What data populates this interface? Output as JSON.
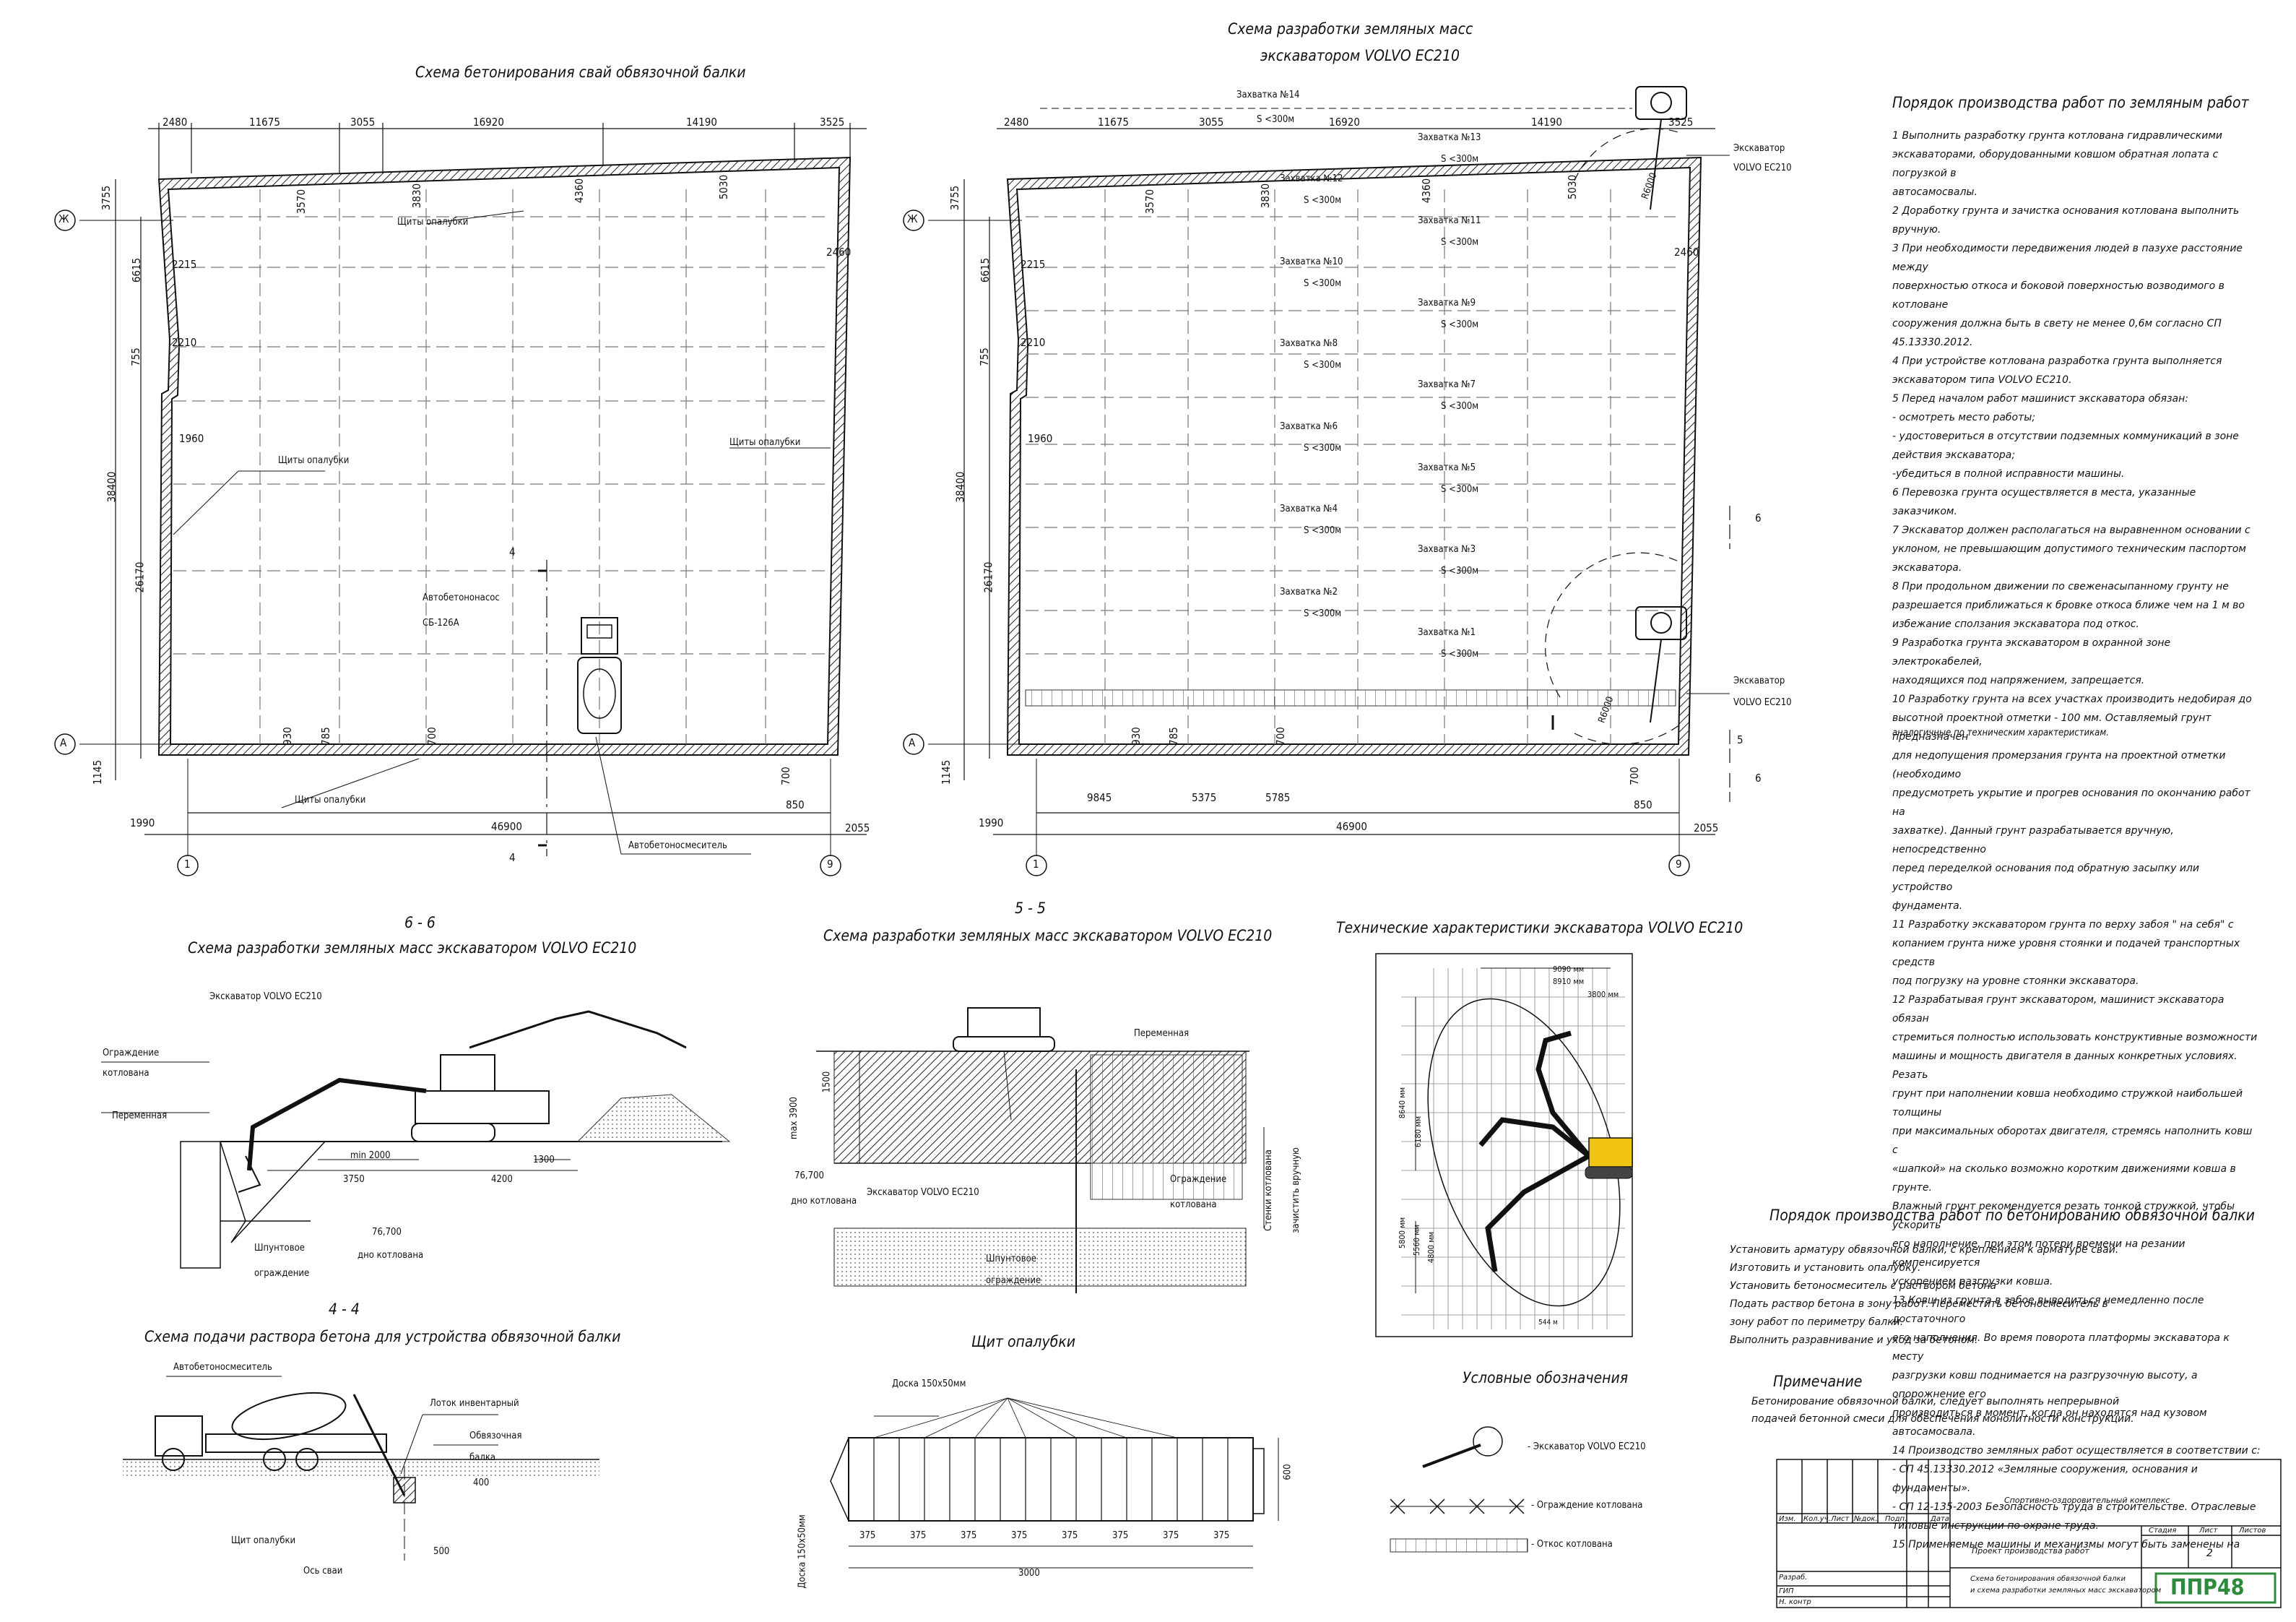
{
  "titles": {
    "left_plan": "Схема бетонирования свай обвязочной балки",
    "right_plan_line1": "Схема разработки земляных масс",
    "right_plan_line2": "экскаватором VOLVO EC210",
    "section66_mark": "6 - 6",
    "section66": "Схема разработки земляных масс экскаватором VOLVO EC210",
    "section55_mark": "5 - 5",
    "section55": "Схема разработки земляных масс экскаватором VOLVO EC210",
    "tech": "Технические характеристики экскаватора VOLVO EC210",
    "section44_mark": "4 - 4",
    "section44": "Схема подачи раствора бетона для устройства обвязочной балки",
    "shield": "Щит опалубки",
    "legend": "Условные обозначения",
    "works_earth": "Порядок производства работ по земляным работ",
    "works_concrete": "Порядок производства работ по бетонированию обвязочной балки",
    "note_title": "Примечание"
  },
  "left_plan": {
    "top_dims": [
      "2480",
      "11675",
      "3055",
      "16920",
      "14190",
      "3525"
    ],
    "inner_dims": [
      "3570",
      "3830",
      "4360",
      "5030"
    ],
    "left_dims": [
      "3755",
      "6615",
      "2215",
      "755",
      "2210",
      "1960",
      "38400",
      "26170",
      "1145"
    ],
    "right_dim": "2460",
    "bottom_dims": [
      "930",
      "785",
      "700",
      "700",
      "850",
      "1990",
      "46900",
      "2055"
    ],
    "labels": {
      "shields_top": "Щиты опалубки",
      "shields_left": "Щиты опалубки",
      "shields_right": "Щиты опалубки",
      "shields_bottom": "Щиты опалубки",
      "pump1": "Автобетононасос",
      "pump2": "СБ-126А",
      "mixer": "Автобетоносмеситель",
      "cut": "4"
    },
    "axes": [
      "Ж",
      "А",
      "1",
      "9"
    ]
  },
  "right_plan": {
    "top_dims": [
      "2480",
      "11675",
      "3055",
      "16920",
      "14190",
      "3525"
    ],
    "inner_dims": [
      "3570",
      "3830",
      "4360",
      "5030"
    ],
    "left_dims": [
      "3755",
      "6615",
      "2215",
      "755",
      "2210",
      "1960",
      "38400",
      "26170",
      "1145"
    ],
    "right_dim": "2460",
    "bottom_dims": [
      "930",
      "785",
      "700",
      "700",
      "850",
      "1990",
      "9845",
      "5375",
      "5785",
      "46900",
      "2055"
    ],
    "excavator": "Экскаватор",
    "excavator_model": "VOLVO EC210",
    "radius": "R6000",
    "cuts": [
      "6",
      "5",
      "6"
    ],
    "left_column": [
      {
        "name": "Захватка №14",
        "area": "S <300м"
      },
      {
        "name": "Захватка №12",
        "area": "S <300м"
      },
      {
        "name": "Захватка №10",
        "area": "S <300м"
      },
      {
        "name": "Захватка №8",
        "area": "S <300м"
      },
      {
        "name": "Захватка №6",
        "area": "S <300м"
      },
      {
        "name": "Захватка №4",
        "area": "S <300м"
      },
      {
        "name": "Захватка №2",
        "area": "S <300м"
      }
    ],
    "right_column": [
      {
        "name": "Захватка №13",
        "area": "S <300м"
      },
      {
        "name": "Захватка №11",
        "area": "S <300м"
      },
      {
        "name": "Захватка №9",
        "area": "S <300м"
      },
      {
        "name": "Захватка №7",
        "area": "S <300м"
      },
      {
        "name": "Захватка №5",
        "area": "S <300м"
      },
      {
        "name": "Захватка №3",
        "area": "S <300м"
      },
      {
        "name": "Захватка №1",
        "area": "S <300м"
      }
    ],
    "axes": [
      "Ж",
      "А",
      "1",
      "9"
    ]
  },
  "section66": {
    "excavator": "Экскаватор VOLVO EC210",
    "fence1": "Ограждение",
    "fence2": "котлована",
    "variable": "Переменная",
    "dims": [
      "min 2000",
      "3750",
      "4200",
      "1300"
    ],
    "mark": "76,700",
    "bottom": "дно котлована",
    "sheet1": "Шпунтовое",
    "sheet2": "ограждение"
  },
  "section55": {
    "variable": "Переменная",
    "dims": [
      "1500",
      "max 3900"
    ],
    "mark": "76,700",
    "bottom": "дно котлована",
    "excavator": "Экскаватор VOLVO EC210",
    "fence1": "Ограждение",
    "fence2": "котлована",
    "sheet1": "Шпунтовое",
    "sheet2": "ограждение",
    "walls1": "Стенки котлована",
    "walls2": "зачистить вручную"
  },
  "section44": {
    "mixer": "Автобетоносмеситель",
    "tray": "Лоток инвентарный",
    "beam1": "Обвязочная",
    "beam2": "балка",
    "dims": [
      "400",
      "500"
    ],
    "shield": "Щит опалубки",
    "pile": "Ось сваи"
  },
  "shield": {
    "board": "Доска 150х50мм",
    "board_vertical": "Доска 150х50мм",
    "height": "600",
    "spacing": [
      "375",
      "375",
      "375",
      "375",
      "375",
      "375",
      "375",
      "375"
    ],
    "total": "3000"
  },
  "tech": {
    "dims": [
      "9090 мм",
      "8910 мм",
      "3800 мм",
      "8640 мм",
      "6180 мм",
      "5800 мм",
      "5560 мм",
      "4800 мм",
      "544 м"
    ]
  },
  "legend": [
    "- Экскаватор VOLVO EC210",
    "- Ограждение котлована",
    "- Откос котлована"
  ],
  "works_earth_lines": [
    "1  Выполнить разработку грунта котлована гидравлическими",
    "экскаваторами, оборудованными ковшом обратная лопата с погрузкой в",
    "автосамосвалы.",
    "2  Доработку грунта и зачистка основания котлована выполнить",
    "вручную.",
    "3     При необходимости передвижения людей в пазухе расстояние между",
    "поверхностью откоса и боковой поверхностью возводимого в котловане",
    "сооружения  должна быть в свету не менее 0,6м согласно СП",
    "45.13330.2012.",
    "4     При устройстве котлована разработка грунта выполняется",
    "экскаватором типа VOLVO EC210.",
    "5       Перед началом работ машинист экскаватора обязан:",
    "  - осмотреть место работы;",
    "  - удостовериться в отсутствии подземных коммуникаций в зоне",
    "действия экскаватора;",
    "    -убедиться в полной исправности машины.",
    "6     Перевозка грунта осуществляется в места, указанные заказчиком.",
    "7     Экскаватор должен располагаться на выравненном основании с",
    "уклоном, не превышающим допустимого техническим паспортом",
    "экскаватора.",
    "8     При продольном движении по свеженасыпанному грунту не",
    "разрешается приближаться к бровке откоса ближе чем на 1 м во",
    "избежание сползания экскаватора под откос.",
    "9     Разработка грунта экскаватором в охранной зоне электрокабелей,",
    "находящихся под напряжением, запрещается.",
    "10     Разработку грунта  на всех участках производить недобирая до",
    "высотной проектной отметки - 100 мм. Оставляемый грунт предназначен",
    "для недопущения промерзания грунта на проектной отметки (необходимо",
    "предусмотреть укрытие и прогрев основания по окончанию работ на",
    "захватке). Данный грунт разрабатывается вручную, непосредственно",
    "перед переделкой основания под обратную засыпку или устройство",
    "фундамента.",
    "11     Разработку экскаватором грунта  по верху забоя \" на себя\" с",
    "копанием грунта ниже уровня стоянки и подачей транспортных средств",
    "под погрузку на уровне стоянки экскаватора.",
    "12     Разрабатывая грунт экскаватором, машинист экскаватора обязан",
    "стремиться полностью использовать конструктивные возможности",
    "машины и мощность двигателя в данных конкретных условиях. Резать",
    "грунт при наполнении ковша необходимо стружкой наибольшей толщины",
    "при максимальных оборотах двигателя, стремясь наполнить ковш с",
    "«шапкой» на сколько возможно коротким движениями ковша в грунте.",
    "Влажный грунт рекомендуется резать тонкой стружкой, чтобы ускорить",
    "его наполнение, при этом потери времени на резании компенсируется",
    "ускорением разгрузки ковша.",
    "13     Ковш из грунта в забое выводиться немедленно после достаточного",
    "его наполнения. Во время поворота платформы экскаватора к месту",
    "разгрузки ковш поднимается на разгрузочную высоту, а опорожнение его",
    "производиться в момент, когда он находятся над кузовом автосамосвала.",
    "14     Производство земляных работ осуществляется в соответствии с:",
    "   - СП 45.13330.2012 «Земляные сооружения, основания и фундаменты».",
    "   - СП 12-135-2003 Безопасность труда в строительстве. Отраслевые",
    "типовые инструкции по охране труда.",
    "15     Применяемые машины и механизмы могут быть заменены на"
  ],
  "overlap_text": "аналогичные по техническим характеристикам.",
  "works_concrete_lines": [
    "Установить арматуру обвязочной балки, с креплением к арматуре свай.",
    "Изготовить и установить опалубку.",
    "Установить бетоносмеситель с раствором бетона",
    "Подать раствор бетона в зону работ. Переместить бетоносмеситель в",
    "зону работ по периметру балки.",
    "Выполнить разравнивание и уход за бетоном."
  ],
  "note_lines": [
    "Бетонирование обвязочной балки, следует выполнять непрерывной",
    "подачей бетонной смеси для обеспечения монолитности конструкции."
  ],
  "stamp": {
    "head": [
      "Изм.",
      "Кол.уч.",
      "Лист",
      "№док.",
      "Подп.",
      "Дата"
    ],
    "side": [
      "Разраб.",
      "ГИП",
      "Н. контр"
    ],
    "complex": "Спортивно-оздоровительный комплекс",
    "project": "Проект производства работ",
    "drawing_line1": "Схема бетонирования обвязочной балки",
    "drawing_line2": "и схема разработки земляных масс экскаватором",
    "stage": "Стадия",
    "sheet": "Лист",
    "sheets": "Листов",
    "sheet_no": "2",
    "logo": "ППР48"
  }
}
